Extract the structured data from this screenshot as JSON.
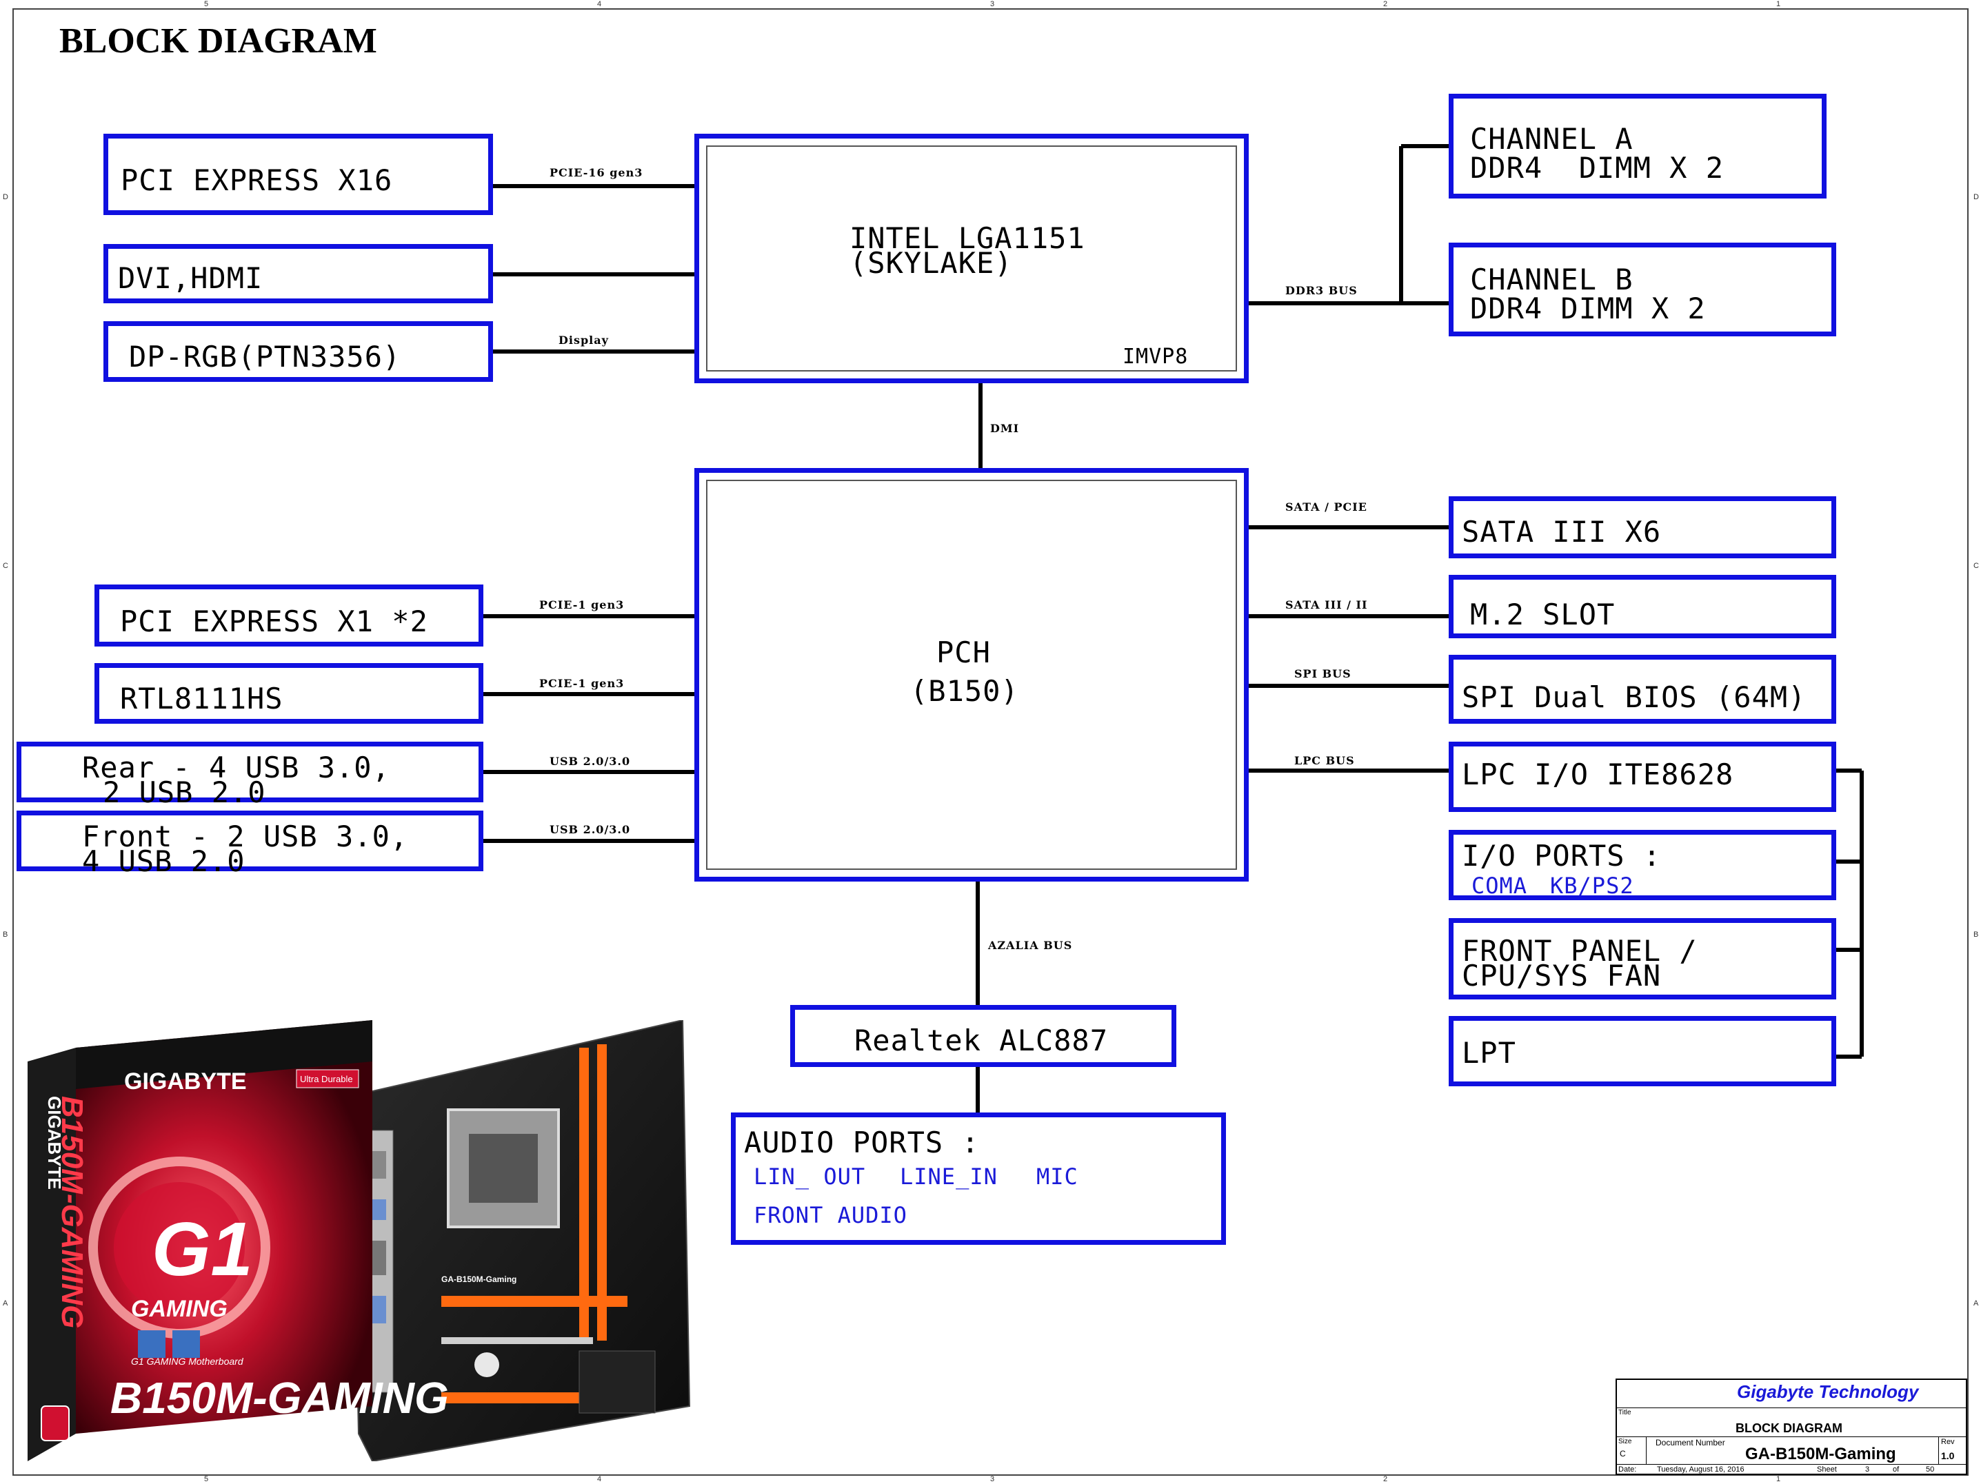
{
  "page_title": "BLOCK DIAGRAM",
  "colors": {
    "box_border": "#1010e0",
    "wire": "#000000",
    "sub_text": "#1a1ad8",
    "company": "#1a1ad8"
  },
  "cpu": {
    "line1": "INTEL LGA1151",
    "line2": "(SKYLAKE)",
    "vr": "IMVP8"
  },
  "pch": {
    "line1": "PCH",
    "line2": "(B150)"
  },
  "left_top": [
    {
      "label": "PCI EXPRESS X16",
      "bus": "PCIE-16 gen3"
    },
    {
      "label": "DVI,HDMI",
      "bus": ""
    },
    {
      "label": "DP-RGB(PTN3356)",
      "bus": "Display"
    }
  ],
  "memory": {
    "bus": "DDR3 BUS",
    "channel_a": {
      "line1": "CHANNEL A",
      "line2": "DDR4  DIMM X 2"
    },
    "channel_b": {
      "line1": "CHANNEL B",
      "line2": "DDR4 DIMM X 2"
    }
  },
  "dmi_bus": "DMI",
  "left_bottom": [
    {
      "label": "PCI EXPRESS X1 *2",
      "bus": "PCIE-1 gen3"
    },
    {
      "label": "RTL8111HS",
      "bus": "PCIE-1 gen3"
    },
    {
      "line1": "Rear - 4 USB 3.0,",
      "line2": "2 USB 2.0",
      "bus": "USB 2.0/3.0"
    },
    {
      "line1": "Front - 2 USB 3.0,",
      "line2": "4 USB 2.0",
      "bus": "USB 2.0/3.0"
    }
  ],
  "right_bottom": [
    {
      "label": "SATA III X6",
      "bus": "SATA / PCIE"
    },
    {
      "label": "M.2 SLOT",
      "bus": "SATA III / II"
    },
    {
      "label": "SPI Dual BIOS (64M)",
      "bus": "SPI BUS"
    },
    {
      "label": "LPC I/O ITE8628",
      "bus": "LPC BUS"
    }
  ],
  "io_ports": {
    "line1": "I/O PORTS :",
    "sub1": "COMA",
    "sub2": "KB/PS2"
  },
  "front_panel": {
    "line1": "FRONT PANEL /",
    "line2": "CPU/SYS FAN"
  },
  "lpt": {
    "label": "LPT"
  },
  "audio": {
    "bus": "AZALIA BUS",
    "codec": "Realtek ALC887",
    "ports_title": "AUDIO PORTS :",
    "port1": "LIN_ OUT",
    "port2": "LINE_IN",
    "port3": "MIC",
    "port4": "FRONT AUDIO"
  },
  "product_image": {
    "brand": "GIGABYTE",
    "model": "B150M-GAMING",
    "side_brand": "GIGABYTE",
    "side_model": "B150M-GAMING",
    "badge": "Ultra Durable",
    "logo": "G1",
    "logo_sub": "GAMING",
    "series": "G1 GAMING Motherboard",
    "board_label": "GA-B150M-Gaming"
  },
  "title_block": {
    "company": "Gigabyte Technology",
    "title_label": "Title",
    "title": "BLOCK DIAGRAM",
    "size_label": "Size",
    "size": "C",
    "docnum_label": "Document Number",
    "docnum": "GA-B150M-Gaming",
    "rev_label": "Rev",
    "rev": "1.0",
    "date_label": "Date:",
    "date": "Tuesday, August 16, 2016",
    "sheet_label": "Sheet",
    "sheet": "3",
    "of_label": "of",
    "total": "50"
  },
  "border_ticks": {
    "top": [
      "5",
      "4",
      "3",
      "2",
      "1"
    ],
    "side": [
      "D",
      "C",
      "B",
      "A"
    ]
  }
}
